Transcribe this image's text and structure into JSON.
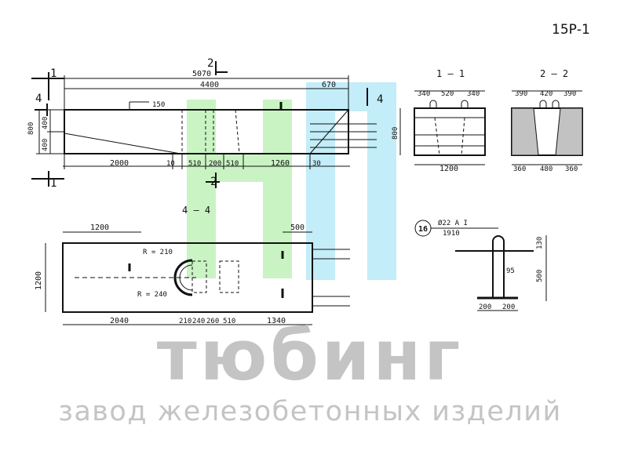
{
  "sheet_code": "15Р-1",
  "watermark": {
    "title": "тюбинг",
    "subtitle": "завод железобетонных изделий"
  },
  "elevation": {
    "dims_top": [
      "5070",
      "4400",
      "670",
      "150"
    ],
    "dims_bottom": [
      "2000",
      "10",
      "510",
      "200",
      "510",
      "1260",
      "30"
    ],
    "dims_left": [
      "800",
      "400",
      "400"
    ],
    "section_marks": [
      "1",
      "1",
      "2",
      "2",
      "4",
      "4"
    ]
  },
  "sections": {
    "s11": {
      "title": "1 – 1",
      "dims_top": [
        "340",
        "520",
        "340"
      ],
      "height": "800",
      "width": "1200"
    },
    "s22": {
      "title": "2 – 2",
      "dims_top": [
        "390",
        "420",
        "390"
      ],
      "dims_bottom": [
        "360",
        "480",
        "360"
      ]
    }
  },
  "plan": {
    "title": "4 – 4",
    "dims_top": [
      "1200",
      "500"
    ],
    "height": "1200",
    "radii": [
      "R = 210",
      "R = 240"
    ],
    "dims_bottom": [
      "2040",
      "210",
      "240",
      "260",
      "510",
      "1340"
    ]
  },
  "loop": {
    "marker": "16",
    "rebar": "Ø22 А I",
    "length": "1910",
    "dims": [
      "130",
      "95",
      "500",
      "200",
      "200"
    ]
  }
}
